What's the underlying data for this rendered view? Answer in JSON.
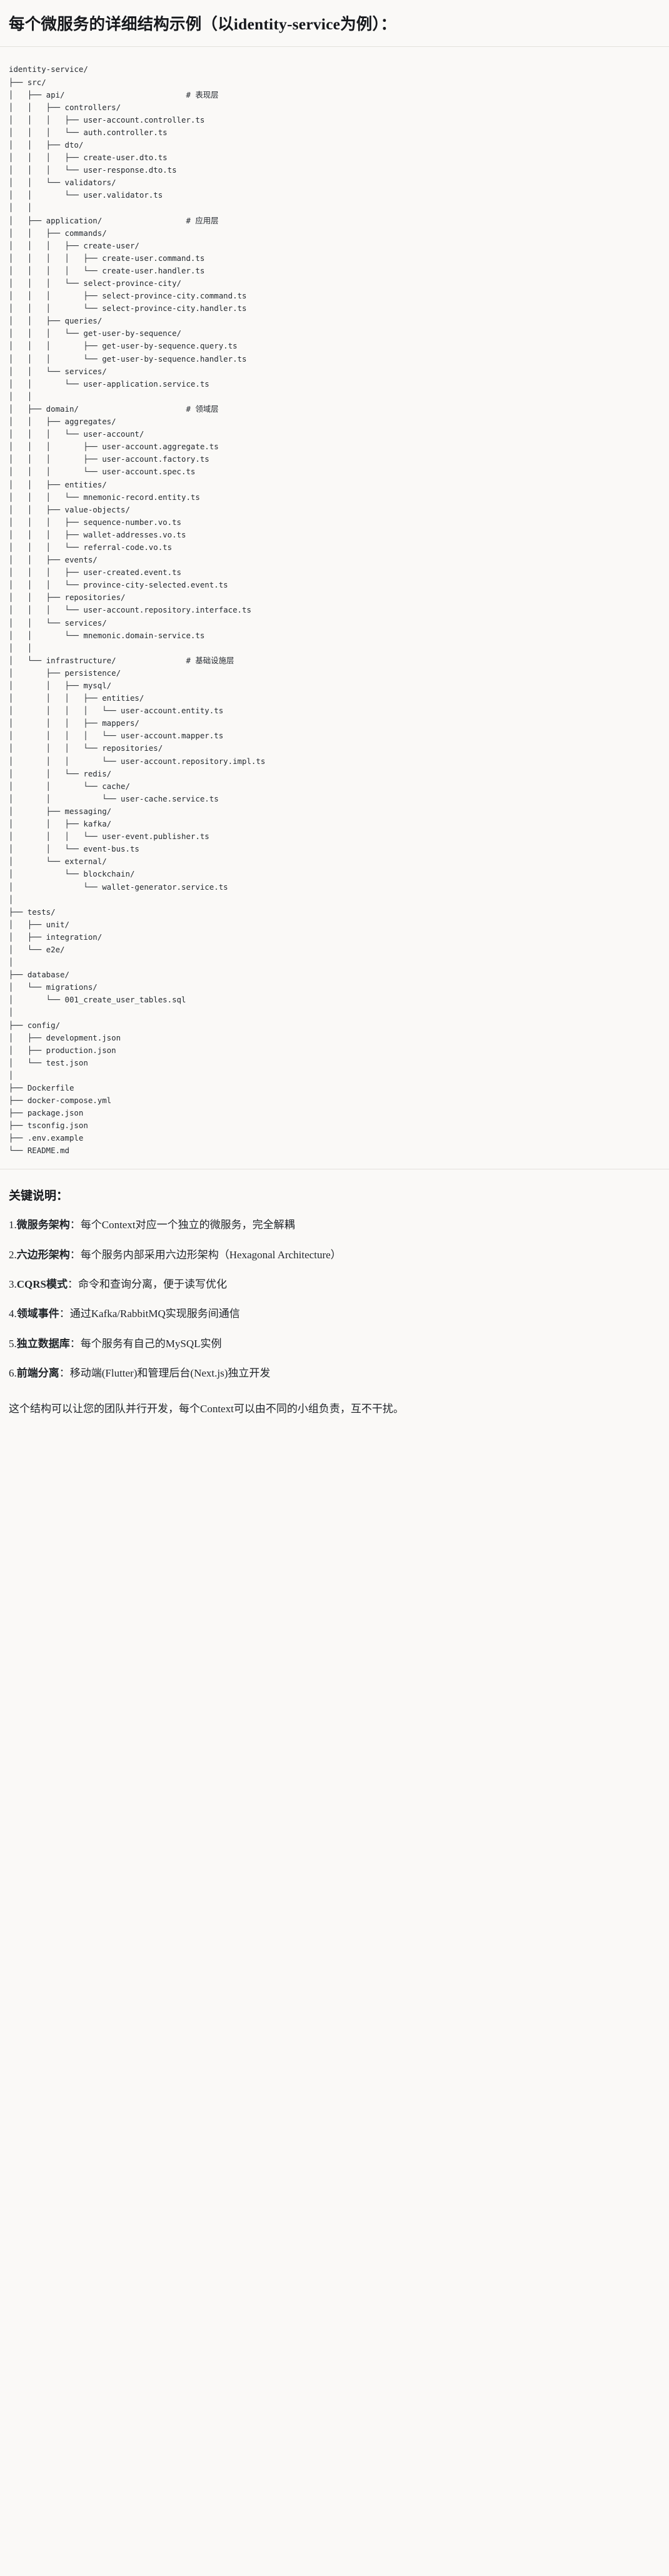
{
  "header": {
    "title": "每个微服务的详细结构示例（以identity-service为例）："
  },
  "tree": {
    "root": "identity-service/",
    "text": "identity-service/\n├── src/\n│   ├── api/                          # 表现层\n│   │   ├── controllers/\n│   │   │   ├── user-account.controller.ts\n│   │   │   └── auth.controller.ts\n│   │   ├── dto/\n│   │   │   ├── create-user.dto.ts\n│   │   │   └── user-response.dto.ts\n│   │   └── validators/\n│   │       └── user.validator.ts\n│   │\n│   ├── application/                  # 应用层\n│   │   ├── commands/\n│   │   │   ├── create-user/\n│   │   │   │   ├── create-user.command.ts\n│   │   │   │   └── create-user.handler.ts\n│   │   │   └── select-province-city/\n│   │   │       ├── select-province-city.command.ts\n│   │   │       └── select-province-city.handler.ts\n│   │   ├── queries/\n│   │   │   └── get-user-by-sequence/\n│   │   │       ├── get-user-by-sequence.query.ts\n│   │   │       └── get-user-by-sequence.handler.ts\n│   │   └── services/\n│   │       └── user-application.service.ts\n│   │\n│   ├── domain/                       # 领域层\n│   │   ├── aggregates/\n│   │   │   └── user-account/\n│   │   │       ├── user-account.aggregate.ts\n│   │   │       ├── user-account.factory.ts\n│   │   │       └── user-account.spec.ts\n│   │   ├── entities/\n│   │   │   └── mnemonic-record.entity.ts\n│   │   ├── value-objects/\n│   │   │   ├── sequence-number.vo.ts\n│   │   │   ├── wallet-addresses.vo.ts\n│   │   │   └── referral-code.vo.ts\n│   │   ├── events/\n│   │   │   ├── user-created.event.ts\n│   │   │   └── province-city-selected.event.ts\n│   │   ├── repositories/\n│   │   │   └── user-account.repository.interface.ts\n│   │   └── services/\n│   │       └── mnemonic.domain-service.ts\n│   │\n│   └── infrastructure/               # 基础设施层\n│       ├── persistence/\n│       │   ├── mysql/\n│       │   │   ├── entities/\n│       │   │   │   └── user-account.entity.ts\n│       │   │   ├── mappers/\n│       │   │   │   └── user-account.mapper.ts\n│       │   │   └── repositories/\n│       │   │       └── user-account.repository.impl.ts\n│       │   └── redis/\n│       │       └── cache/\n│       │           └── user-cache.service.ts\n│       ├── messaging/\n│       │   ├── kafka/\n│       │   │   └── user-event.publisher.ts\n│       │   └── event-bus.ts\n│       └── external/\n│           └── blockchain/\n│               └── wallet-generator.service.ts\n│\n├── tests/\n│   ├── unit/\n│   ├── integration/\n│   └── e2e/\n│\n├── database/\n│   └── migrations/\n│       └── 001_create_user_tables.sql\n│\n├── config/\n│   ├── development.json\n│   ├── production.json\n│   └── test.json\n│\n├── Dockerfile\n├── docker-compose.yml\n├── package.json\n├── tsconfig.json\n├── .env.example\n└── README.md",
    "layer_comments": [
      {
        "path": "api/",
        "comment": "# 表现层"
      },
      {
        "path": "application/",
        "comment": "# 应用层"
      },
      {
        "path": "domain/",
        "comment": "# 领域层"
      },
      {
        "path": "infrastructure/",
        "comment": "# 基础设施层"
      }
    ]
  },
  "notes": {
    "title": "关键说明：",
    "items": [
      {
        "num": "1.",
        "term": "微服务架构",
        "sep": "：",
        "desc": "每个Context对应一个独立的微服务，完全解耦"
      },
      {
        "num": "2.",
        "term": "六边形架构",
        "sep": "：",
        "desc": "每个服务内部采用六边形架构（Hexagonal Architecture）"
      },
      {
        "num": "3.",
        "term": "CQRS模式",
        "sep": "：",
        "desc": "命令和查询分离，便于读写优化"
      },
      {
        "num": "4.",
        "term": "领域事件",
        "sep": "：",
        "desc": "通过Kafka/RabbitMQ实现服务间通信"
      },
      {
        "num": "5.",
        "term": "独立数据库",
        "sep": "：",
        "desc": "每个服务有自己的MySQL实例"
      },
      {
        "num": "6.",
        "term": "前端分离",
        "sep": "：",
        "desc": "移动端(Flutter)和管理后台(Next.js)独立开发"
      }
    ],
    "closing": "这个结构可以让您的团队并行开发，每个Context可以由不同的小组负责，互不干扰。"
  },
  "colors": {
    "page_background": "#faf9f7",
    "text": "#1f2328",
    "code_text": "#24292f",
    "rule": "#e3e1dd"
  }
}
